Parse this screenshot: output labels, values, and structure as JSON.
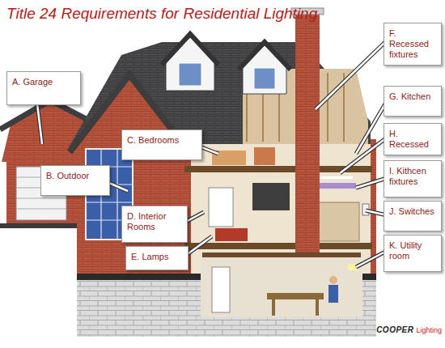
{
  "diagram": {
    "title": "Title 24 Requirements for Residential Lighting",
    "nodes": [
      {
        "text": [
          "A. Garage"
        ]
      },
      {
        "text": [
          "B. Outdoor"
        ]
      },
      {
        "text": [
          "C. Bedrooms"
        ]
      },
      {
        "text": [
          "D. Interior Rooms"
        ]
      },
      {
        "text": [
          "E. Lamps"
        ]
      },
      {
        "text": [
          "F. Recessed fixtures"
        ]
      },
      {
        "text": [
          "G. Kitchen"
        ]
      },
      {
        "text": [
          "H. Recessed"
        ]
      },
      {
        "text": [
          "I. Kithcen fixtures"
        ]
      },
      {
        "text": [
          "J. Switches"
        ]
      },
      {
        "text": [
          "K. Utility room"
        ]
      }
    ],
    "labels": [
      "COOPER",
      "Lighting"
    ]
  }
}
